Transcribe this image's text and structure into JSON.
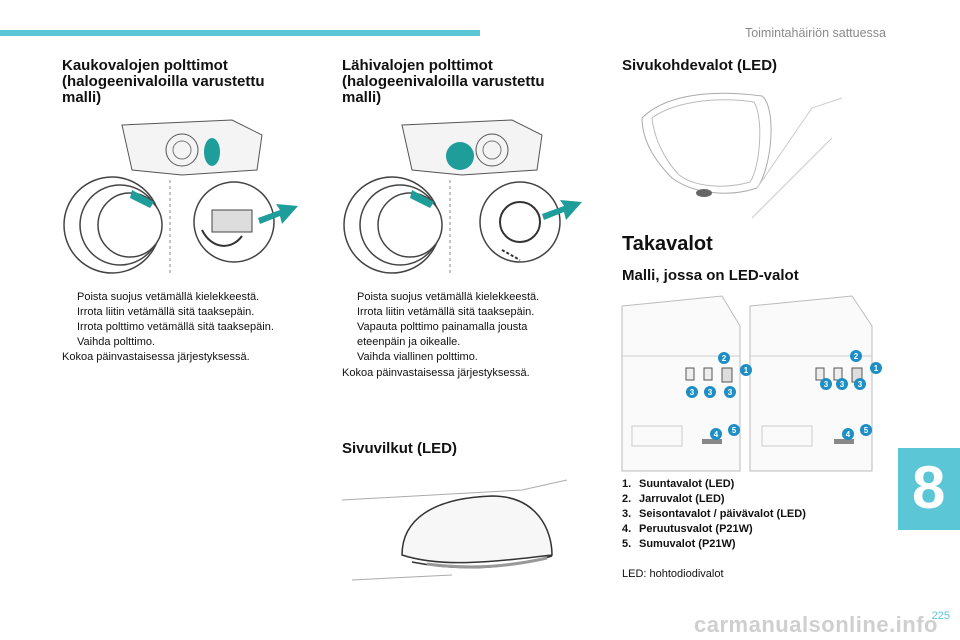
{
  "header": {
    "section_title": "Toimintahäiriön sattuessa"
  },
  "col1": {
    "title": "Kaukovalojen polttimot (halogeenivaloilla varustettu malli)",
    "steps": [
      "Poista suojus vetämällä kielekkeestä.",
      "Irrota liitin vetämällä sitä taaksepäin.",
      "Irrota polttimo vetämällä sitä taaksepäin.",
      "Vaihda polttimo."
    ],
    "note": "Kokoa päinvastaisessa järjestyksessä."
  },
  "col2": {
    "title": "Lähivalojen polttimot (halogeenivaloilla varustettu malli)",
    "steps": [
      "Poista suojus vetämällä kielekkeestä.",
      "Irrota liitin vetämällä sitä taaksepäin.",
      "Vapauta polttimo painamalla jousta",
      "Vaihda viallinen polttimo."
    ],
    "step3_cont": "eteenpäin ja oikealle.",
    "note": "Kokoa päinvastaisessa järjestyksessä.",
    "sub_title": "Sivuvilkut (LED)"
  },
  "col3": {
    "title": "Sivukohdevalot (LED)",
    "section_title": "Takavalot",
    "sub_title": "Malli, jossa on LED-valot",
    "legend": [
      {
        "num": "1.",
        "label": "Suuntavalot (LED)"
      },
      {
        "num": "2.",
        "label": "Jarruvalot (LED)"
      },
      {
        "num": "3.",
        "label": "Seisontavalot / päivävalot (LED)"
      },
      {
        "num": "4.",
        "label": "Peruutusvalot (P21W)"
      },
      {
        "num": "5.",
        "label": "Sumuvalot (P21W)"
      }
    ],
    "note": "LED: hohtodiodivalot",
    "callouts": [
      "1",
      "2",
      "3",
      "4",
      "5"
    ]
  },
  "bullet_symbol": "",
  "chapter": {
    "number": "8"
  },
  "footer": {
    "page": "225",
    "watermark": "carmanualsonline.info"
  },
  "colors": {
    "accent": "#5bc7d6",
    "teal_marker": "#1e9d9b",
    "callout_blue": "#1d8fc4"
  }
}
